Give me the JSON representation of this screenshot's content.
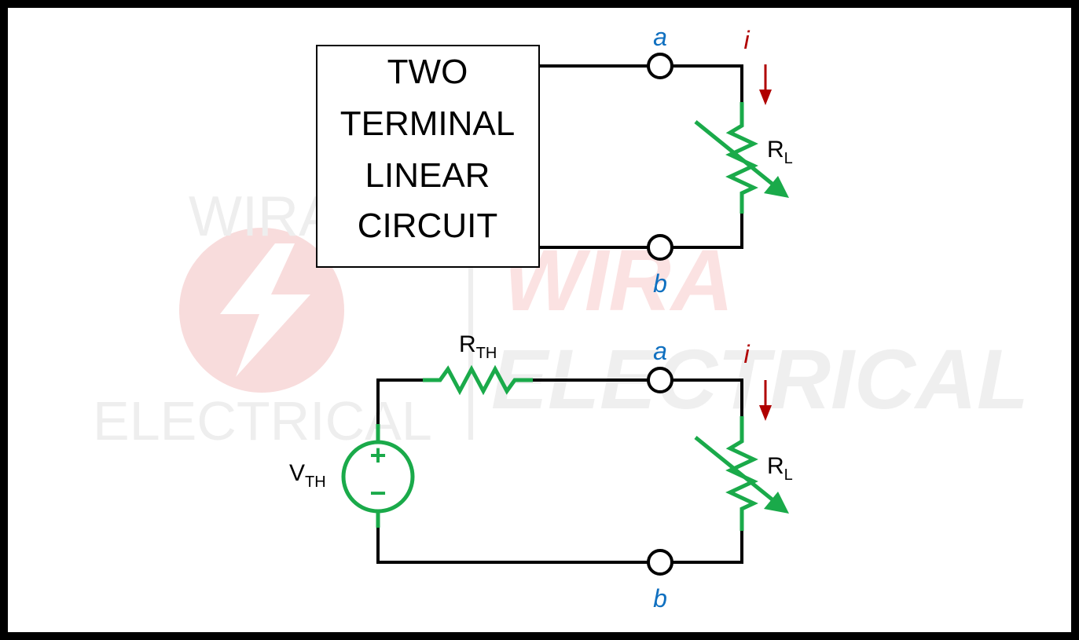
{
  "box": {
    "lines": [
      "TWO",
      "TERMINAL",
      "LINEAR",
      "CIRCUIT"
    ]
  },
  "terminals": {
    "a": "a",
    "b": "b"
  },
  "current": {
    "label": "i"
  },
  "load_resistor": {
    "main": "R",
    "sub": "L"
  },
  "thevenin_resistor": {
    "main": "R",
    "sub": "TH"
  },
  "thevenin_source": {
    "main": "V",
    "sub": "TH",
    "plus": "+",
    "minus": "−"
  },
  "watermark": {
    "word1": "WIRA",
    "word2": "ELECTRICAL"
  },
  "colors": {
    "wire": "#000000",
    "component": "#1aaa4a",
    "terminal_label": "#1070c0",
    "current": "#b00000",
    "watermark_red": "#f5d5d5",
    "watermark_gray": "#eeeeee"
  }
}
